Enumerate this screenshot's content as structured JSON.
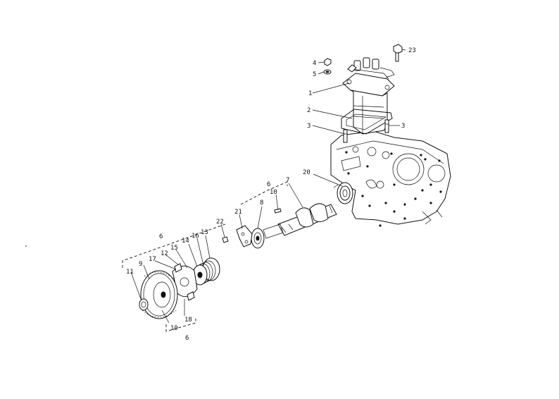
{
  "callouts": {
    "c1": "1",
    "c2": "2",
    "c3a": "3",
    "c3b": "3",
    "c4": "4",
    "c5": "5",
    "c6a": "6",
    "c6b": "6",
    "c6c": "6",
    "c7": "7",
    "c8": "8",
    "c9": "9",
    "c10": "10",
    "c11": "11",
    "c12": "12",
    "c13": "13",
    "c14": "14",
    "c15": "15",
    "c16": "16",
    "c17": "17",
    "c18": "18",
    "c19": "19",
    "c20": "20",
    "c21": "21",
    "c22": "22",
    "c23": "23"
  }
}
